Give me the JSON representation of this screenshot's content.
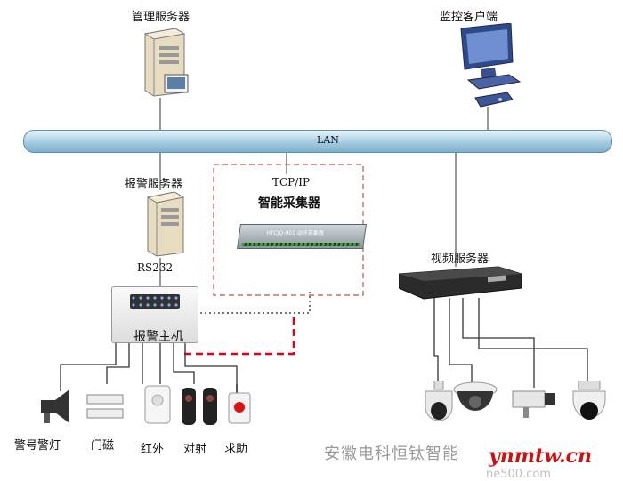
{
  "nodes": {
    "management_server": "管理服务器",
    "monitor_client": "监控客户端",
    "lan": "LAN",
    "alarm_server": "报警服务器",
    "protocol": "TCP/IP",
    "collector": "智能采集器",
    "collector_plate": "HTCJQ-001 动环采集器",
    "rs232": "RS232",
    "alarm_host": "报警主机",
    "video_server": "视频服务器"
  },
  "devices": {
    "siren": "警号警灯",
    "door_magnet": "门磁",
    "infrared": "红外",
    "beam": "对射",
    "panic": "求助"
  },
  "watermark": {
    "company": "安徽电科恒钛智能",
    "site": "ynmtw.cn",
    "faint": "ne500.com"
  },
  "colors": {
    "lan_bar": "#b9d9ea",
    "dashed_box": "#c0504d",
    "red_link": "#e0001a"
  }
}
